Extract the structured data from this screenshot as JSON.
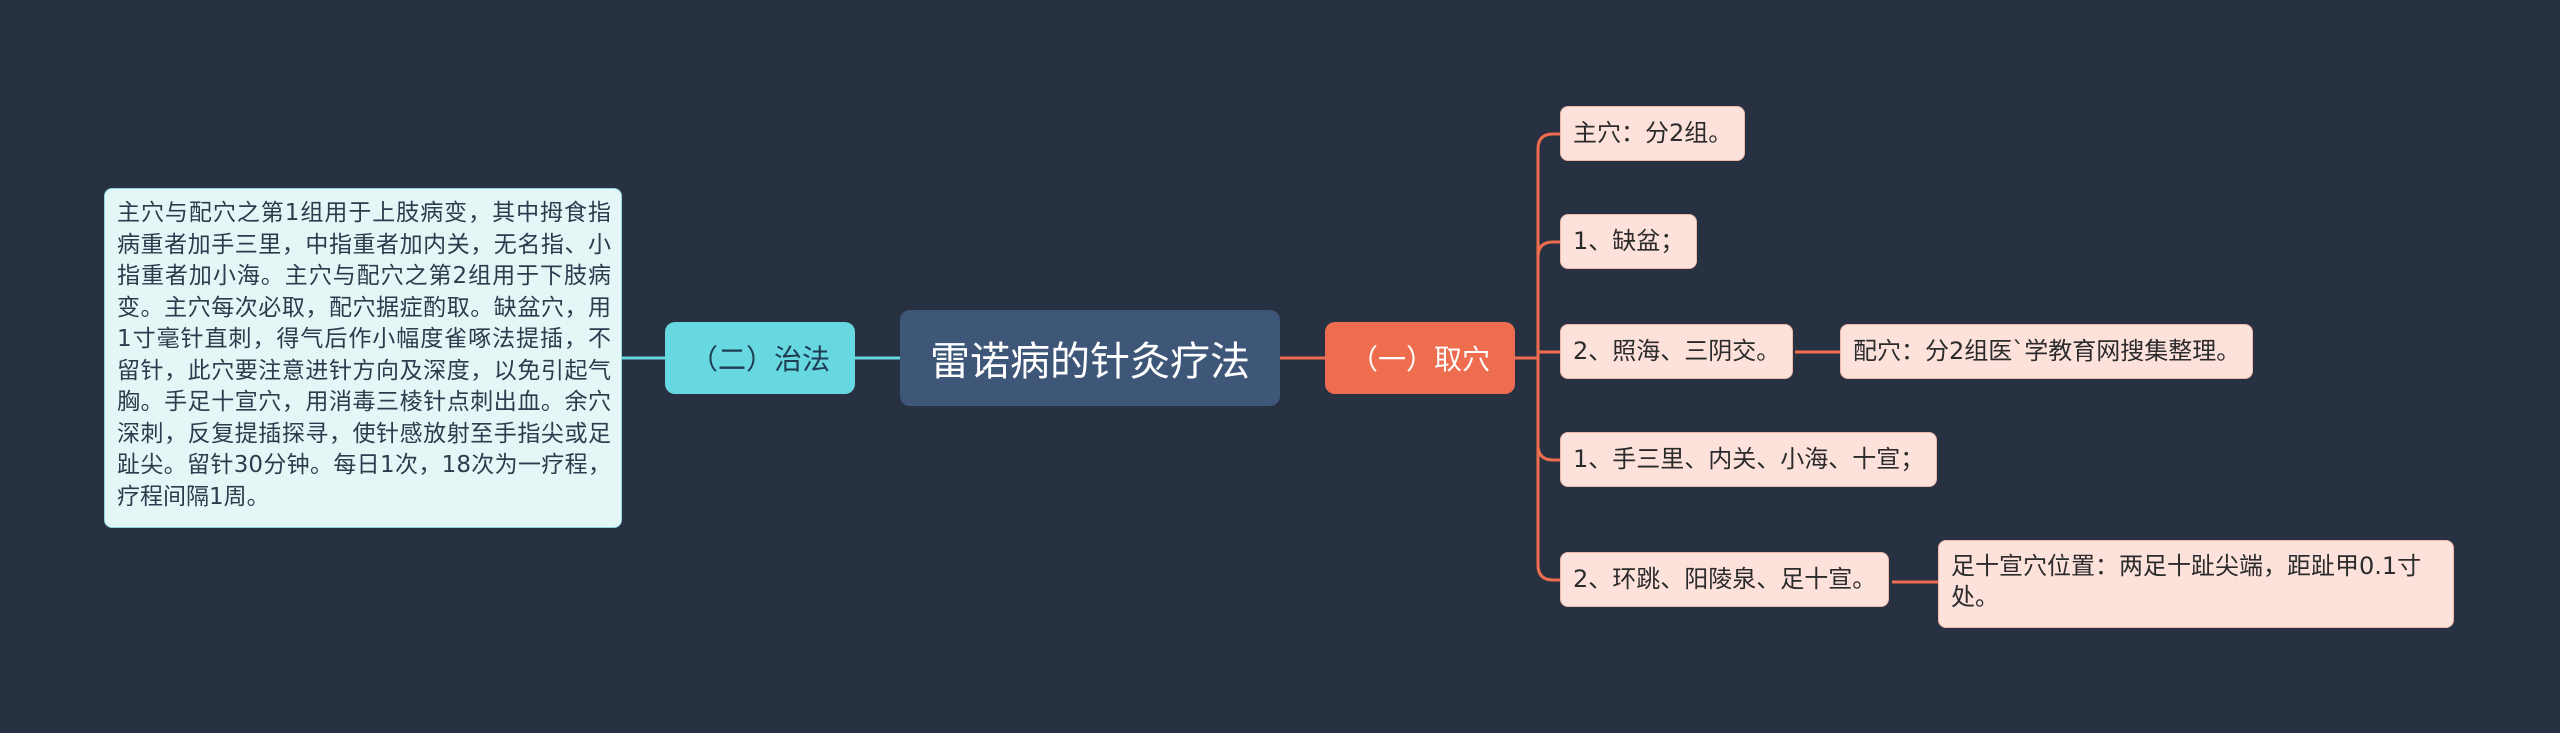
{
  "root": {
    "label": "雷诺病的针灸疗法"
  },
  "branch_left": {
    "label": "（二）治法",
    "detail": "主穴与配穴之第1组用于上肢病变，其中拇食指病重者加手三里，中指重者加内关，无名指、小指重者加小海。主穴与配穴之第2组用于下肢病变。主穴每次必取，配穴据症酌取。缺盆穴，用1寸毫针直刺，得气后作小幅度雀啄法提插，不留针，此穴要注意进针方向及深度，以免引起气胸。手足十宣穴，用消毒三棱针点刺出血。余穴深刺，反复提插探寻，使针感放射至手指尖或足趾尖。留针30分钟。每日1次，18次为一疗程，疗程间隔1周。"
  },
  "branch_right": {
    "label": "（一）取穴",
    "items": [
      {
        "label": "主穴：分2组。"
      },
      {
        "label": "1、缺盆；"
      },
      {
        "label": "2、照海、三阴交。",
        "sub": "配穴：分2组医`学教育网搜集整理。"
      },
      {
        "label": "1、手三里、内关、小海、十宣；"
      },
      {
        "label": "2、环跳、阳陵泉、足十宣。",
        "sub": "足十宣穴位置：两足十趾尖端，距趾甲0.1寸处。"
      }
    ]
  },
  "colors": {
    "background": "#283142",
    "root": "#3e5778",
    "right_branch": "#ee6d4f",
    "left_branch": "#67d8df",
    "right_leaf": "#fde2dc",
    "left_leaf": "#e3f7f7"
  }
}
